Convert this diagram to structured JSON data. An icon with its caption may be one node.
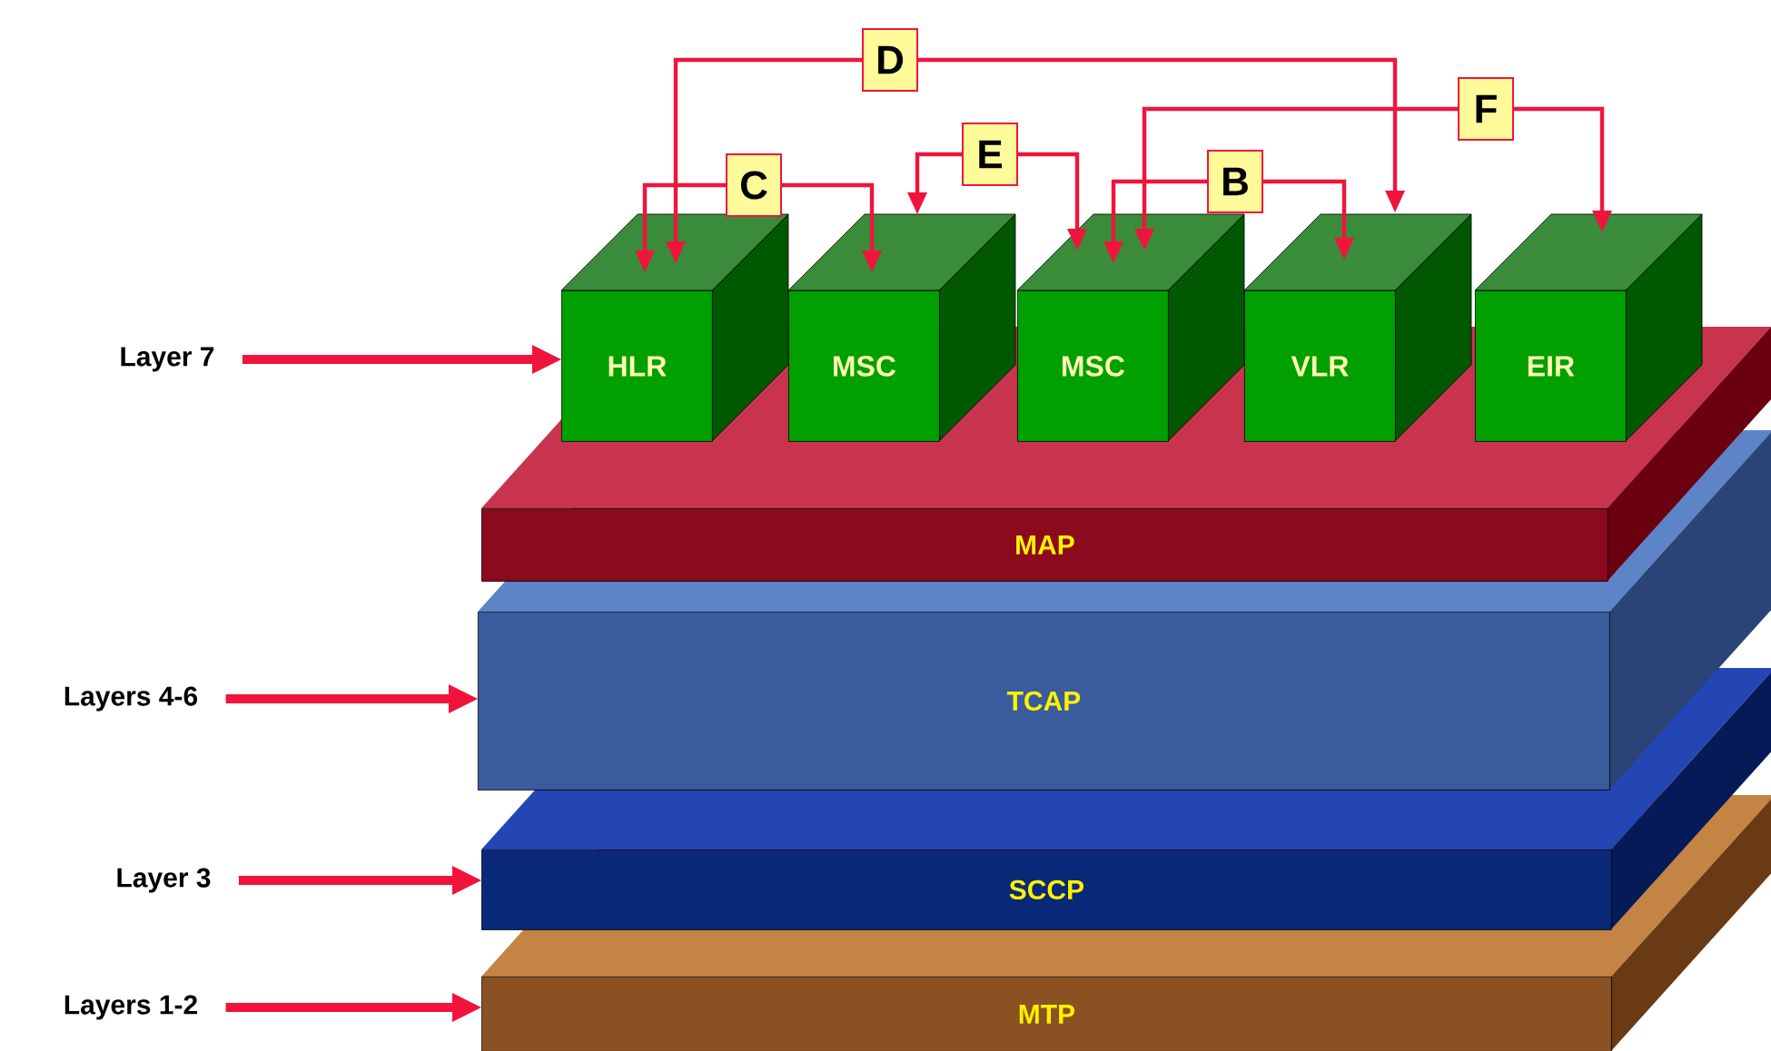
{
  "diagram": {
    "nodes": [
      {
        "text": [
          "HLR"
        ]
      },
      {
        "text": [
          "MSC"
        ]
      },
      {
        "text": [
          "MSC"
        ]
      },
      {
        "text": [
          "VLR"
        ]
      },
      {
        "text": [
          "EIR"
        ]
      },
      {
        "text": [
          "MAP"
        ]
      },
      {
        "text": [
          "TCAP"
        ]
      },
      {
        "text": [
          "SCCP"
        ]
      },
      {
        "text": [
          "MTP"
        ]
      },
      {
        "text": [
          "Layer 7"
        ]
      },
      {
        "text": [
          "Layers 4-6"
        ]
      },
      {
        "text": [
          "Layer 3"
        ]
      },
      {
        "text": [
          "Layers 1-2"
        ]
      }
    ],
    "edges": [
      {
        "from": 0,
        "to": 1,
        "arrow": "both",
        "label": "C"
      },
      {
        "from": 0,
        "to": 3,
        "arrow": "both",
        "label": "D"
      },
      {
        "from": 1,
        "to": 2,
        "arrow": "both",
        "label": "E"
      },
      {
        "from": 2,
        "to": 3,
        "arrow": "both",
        "label": "B"
      },
      {
        "from": 2,
        "to": 4,
        "arrow": "both",
        "label": "F"
      },
      {
        "from": 9,
        "to": 0,
        "arrow": "to",
        "style": "thick"
      },
      {
        "from": 10,
        "to": 6,
        "arrow": "to",
        "style": "thick"
      },
      {
        "from": 11,
        "to": 7,
        "arrow": "to",
        "style": "thick"
      },
      {
        "from": 12,
        "to": 8,
        "arrow": "to",
        "style": "thick"
      }
    ]
  }
}
